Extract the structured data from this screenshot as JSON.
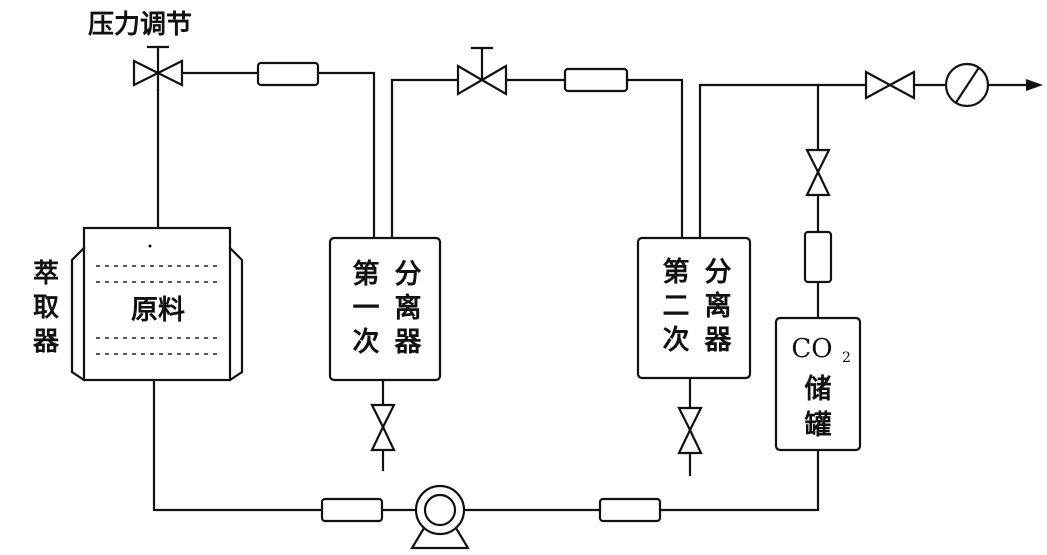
{
  "labels": {
    "pressure_regulation": "压力调节",
    "extractor": [
      "萃",
      "取",
      "器"
    ],
    "raw_material": "原料",
    "separator1": [
      "第",
      "分",
      "一",
      "离",
      "次",
      "器"
    ],
    "separator2": [
      "第",
      "分",
      "二",
      "离",
      "次",
      "器"
    ],
    "co2_main": "CO",
    "co2_sub": "2",
    "storage": [
      "储",
      "罐"
    ]
  }
}
